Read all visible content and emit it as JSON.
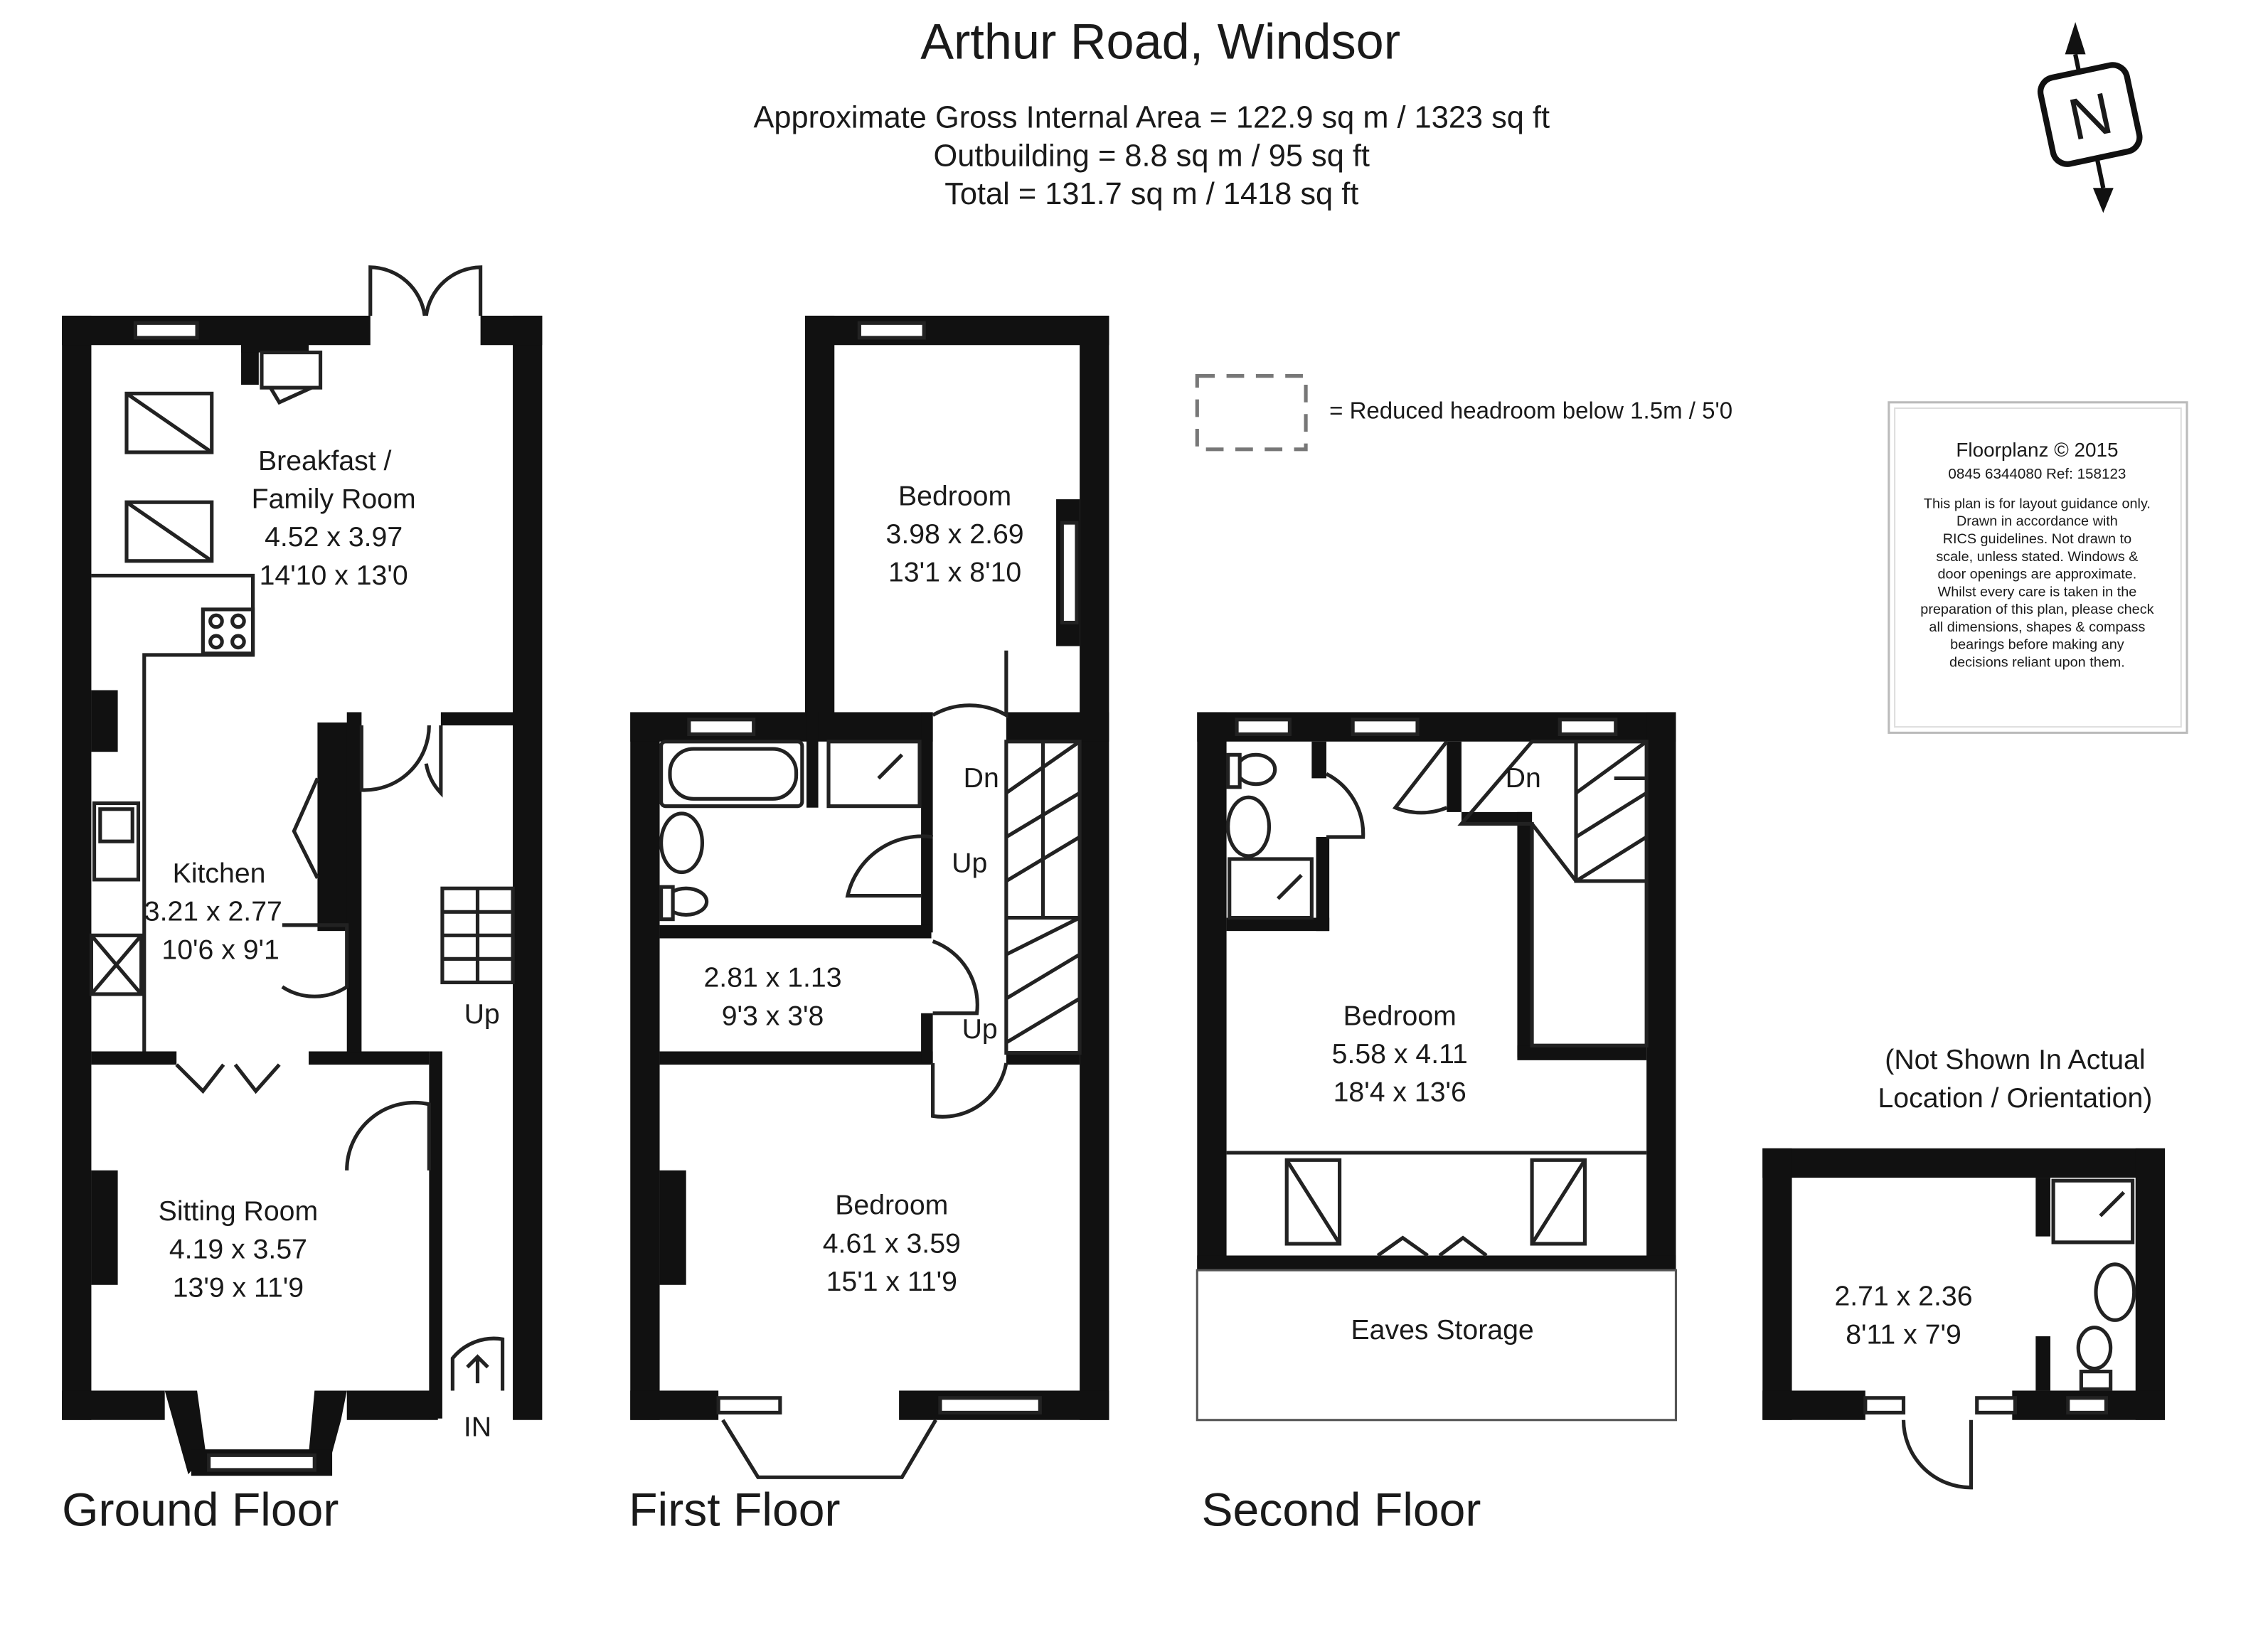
{
  "header": {
    "title": "Arthur Road, Windsor",
    "area_lines": [
      "Approximate Gross Internal Area = 122.9 sq m / 1323 sq ft",
      "Outbuilding = 8.8 sq m / 95 sq ft",
      "Total = 131.7 sq m / 1418 sq ft"
    ]
  },
  "compass": {
    "letter": "N",
    "icon": "north-compass-icon"
  },
  "legend": {
    "text": "= Reduced headroom below 1.5m / 5'0"
  },
  "disclaimer": {
    "brand": "Floorplanz © 2015",
    "contact": "0845 6344080 Ref: 158123",
    "lines": [
      "This plan is for layout guidance only.",
      "Drawn in accordance with",
      "RICS guidelines. Not drawn to",
      "scale, unless stated. Windows &",
      "door openings are approximate.",
      "Whilst every care is taken in the",
      "preparation of this plan, please check",
      "all dimensions, shapes & compass",
      "bearings before making any",
      "decisions reliant upon them."
    ]
  },
  "floors": {
    "ground": {
      "label": "Ground Floor",
      "breakfast": {
        "name": [
          "Breakfast /",
          "Family Room"
        ],
        "metric": "4.52 x 3.97",
        "imperial": "14'10 x 13'0"
      },
      "kitchen": {
        "name": "Kitchen",
        "metric": "3.21 x 2.77",
        "imperial": "10'6 x 9'1"
      },
      "sitting": {
        "name": "Sitting Room",
        "metric": "4.19 x 3.57",
        "imperial": "13'9 x 11'9"
      },
      "stairs_label": "Up",
      "entrance_label": "IN"
    },
    "first": {
      "label": "First Floor",
      "bedroom_rear": {
        "name": "Bedroom",
        "metric": "3.98 x 2.69",
        "imperial": "13'1 x 8'10"
      },
      "box_room": {
        "metric": "2.81 x 1.13",
        "imperial": "9'3 x 3'8"
      },
      "bedroom_front": {
        "name": "Bedroom",
        "metric": "4.61 x 3.59",
        "imperial": "15'1 x 11'9"
      },
      "stairs_dn": "Dn",
      "stairs_up": "Up",
      "stairs_up2": "Up"
    },
    "second": {
      "label": "Second Floor",
      "bedroom": {
        "name": "Bedroom",
        "metric": "5.58 x 4.11",
        "imperial": "18'4 x 13'6"
      },
      "eaves": "Eaves Storage",
      "stairs_dn": "Dn"
    },
    "outbuilding": {
      "note": [
        "(Not Shown In Actual",
        "Location / Orientation)"
      ],
      "room": {
        "metric": "2.71 x 2.36",
        "imperial": "8'11 x 7'9"
      }
    }
  }
}
